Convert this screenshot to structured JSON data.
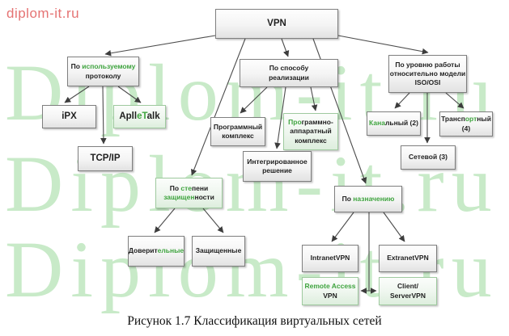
{
  "watermarks": {
    "corner": "diplom-it.ru",
    "tiled": "Diplom-it.ru",
    "tiled_color": "#7cce7c",
    "corner_color": "#e57373"
  },
  "colors": {
    "highlight_green": "#3fa43f",
    "box_border": "#7f7f7f",
    "green_box_border": "#9fca9f"
  },
  "caption": "Рисунок 1.7  Классификация виртуальных сетей",
  "nodes": {
    "vpn": {
      "label": "VPN"
    },
    "protocol": {
      "pre": "По ",
      "hl": "используемому",
      "line2": "протоколу"
    },
    "ipx": {
      "label": "iPX"
    },
    "appletalk": {
      "s1": "Apll",
      "s2": "eT",
      "s3": "alk"
    },
    "tcpip": {
      "label": "TCP/IP"
    },
    "realization": {
      "line1": "По способу",
      "line2": "реализации"
    },
    "software": {
      "line1": "Программный",
      "line2": "комплекс"
    },
    "softhw": {
      "s1": "Про",
      "s2": "граммно-",
      "line2": "аппаратный",
      "line3": "комплекс"
    },
    "integrated": {
      "line1": "Интегрированное",
      "line2": "решение"
    },
    "level": {
      "line1": "По уровню работы",
      "line2": "относительно модели",
      "line3": "ISO/OSI"
    },
    "channel": {
      "s1": "Кана",
      "s2": "льный (2)"
    },
    "transport": {
      "s1": "Трансп",
      "s2": "орт",
      "s3": "ный",
      "line2": "(4)"
    },
    "network": {
      "label": "Сетевой (3)"
    },
    "security": {
      "s1": "По ",
      "s2": "сте",
      "s3": "пени",
      "s4": "защищен",
      "s5": "ности"
    },
    "trusted": {
      "s1": "Доверит",
      "s2": "ельные"
    },
    "protected": {
      "label": "Защищенные"
    },
    "purpose": {
      "s1": "По ",
      "s2": "назначению"
    },
    "intranet": {
      "label": "IntranetVPN"
    },
    "extranet": {
      "label": "ExtranetVPN"
    },
    "remote": {
      "line1": "Remote Access",
      "line2": "VPN"
    },
    "clientserver": {
      "line1": "Client/",
      "line2": "ServerVPN"
    }
  }
}
